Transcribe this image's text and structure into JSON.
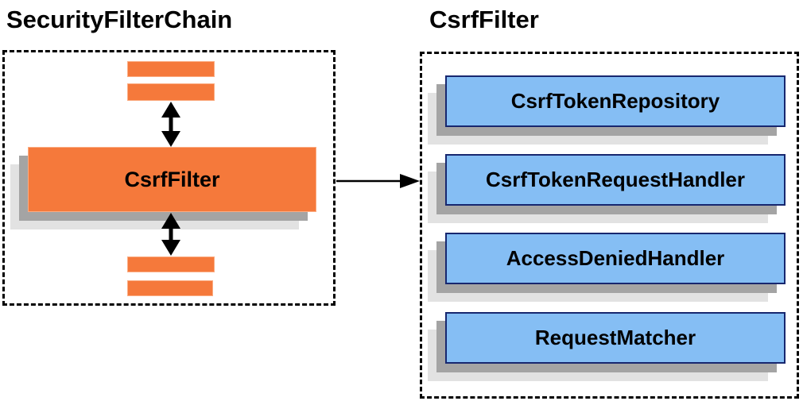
{
  "diagram": {
    "left_panel": {
      "title": "SecurityFilterChain",
      "filter_box_label": "CsrfFilter"
    },
    "right_panel": {
      "title": "CsrfFilter",
      "items": [
        {
          "label": "CsrfTokenRepository"
        },
        {
          "label": "CsrfTokenRequestHandler"
        },
        {
          "label": "AccessDeniedHandler"
        },
        {
          "label": "RequestMatcher"
        }
      ]
    }
  },
  "colors": {
    "orange": "#F5793B",
    "orange-border": "#FBAD83",
    "blue": "#85BEF4",
    "blue-border": "#17276F",
    "shadow-dark": "#A4A4A4",
    "shadow-light": "#E2E2E2",
    "line": "#000000"
  }
}
